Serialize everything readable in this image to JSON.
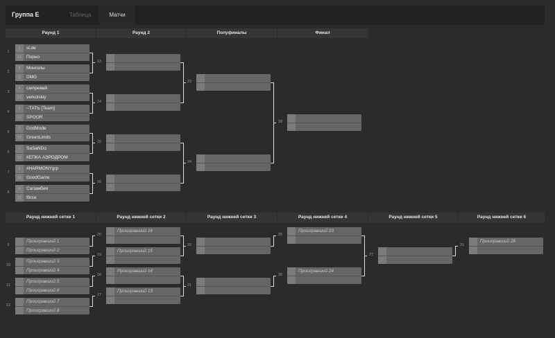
{
  "header": {
    "title": "Группа E",
    "tabs": [
      {
        "label": "Таблица",
        "active": false
      },
      {
        "label": "Матчи",
        "active": true
      }
    ]
  },
  "upper": {
    "headers": [
      "Раунд 1",
      "Раунд 2",
      "Полуфиналы",
      "Финал"
    ],
    "rounds": [
      [
        {
          "id": "1",
          "teams": [
            {
              "seed": "1",
              "name": "sl.de"
            },
            {
              "seed": "16",
              "name": "Порно"
            }
          ]
        },
        {
          "id": "2",
          "teams": [
            {
              "seed": "8",
              "name": "Монголы"
            },
            {
              "seed": "9",
              "name": "DMG"
            }
          ]
        },
        {
          "id": "3",
          "teams": [
            {
              "seed": "4",
              "name": "campевай"
            },
            {
              "seed": "13",
              "name": "verkolskiy"
            }
          ]
        },
        {
          "id": "4",
          "teams": [
            {
              "seed": "5",
              "name": "~ТАТЬ [Team]"
            },
            {
              "seed": "12",
              "name": "SPOOR"
            }
          ]
        },
        {
          "id": "5",
          "teams": [
            {
              "seed": "2",
              "name": "GodMode"
            },
            {
              "seed": "15",
              "name": "GreenLimits"
            }
          ]
        },
        {
          "id": "6",
          "teams": [
            {
              "seed": "7",
              "name": "SaSaNDo"
            },
            {
              "seed": "10",
              "name": "КЕПКА АЭРОДРОМ"
            }
          ]
        },
        {
          "id": "7",
          "teams": [
            {
              "seed": "3",
              "name": "#HARMONYgrp"
            },
            {
              "seed": "14",
              "name": "GoodGame"
            }
          ]
        },
        {
          "id": "8",
          "teams": [
            {
              "seed": "6",
              "name": "Саламбия"
            },
            {
              "seed": "11",
              "name": "f0rce"
            }
          ]
        }
      ],
      [
        {
          "id": "13",
          "teams": [
            {},
            {}
          ]
        },
        {
          "id": "14",
          "teams": [
            {},
            {}
          ]
        },
        {
          "id": "15",
          "teams": [
            {},
            {}
          ]
        },
        {
          "id": "16",
          "teams": [
            {},
            {}
          ]
        }
      ],
      [
        {
          "id": "23",
          "teams": [
            {},
            {}
          ]
        },
        {
          "id": "24",
          "teams": [
            {},
            {}
          ]
        }
      ],
      [
        {
          "id": "28",
          "teams": [
            {},
            {}
          ]
        }
      ]
    ]
  },
  "lower": {
    "headers": [
      "Раунд нижней сетки 1",
      "Раунд нижней сетки 2",
      "Раунд нижней сетки 3",
      "Раунд нижней сетки 4",
      "Раунд нижней сетки 5",
      "Раунд нижней сетки 6"
    ],
    "rounds": [
      [
        {
          "id": "9",
          "teams": [
            {
              "name": "Проигравший 1"
            },
            {
              "name": "Проигравший 2"
            }
          ]
        },
        {
          "id": "10",
          "teams": [
            {
              "name": "Проигравший 3"
            },
            {
              "name": "Проигравший 4"
            }
          ]
        },
        {
          "id": "11",
          "teams": [
            {
              "name": "Проигравший 5"
            },
            {
              "name": "Проигравший 6"
            }
          ]
        },
        {
          "id": "12",
          "teams": [
            {
              "name": "Проигравший 7"
            },
            {
              "name": "Проигравший 8"
            }
          ]
        }
      ],
      [
        {
          "id": "20",
          "teams": [
            {
              "name": "Проигравший 16"
            },
            {}
          ]
        },
        {
          "id": "19",
          "teams": [
            {
              "name": "Проигравший 15"
            },
            {}
          ]
        },
        {
          "id": "18",
          "teams": [
            {
              "name": "Проигравший 14"
            },
            {}
          ]
        },
        {
          "id": "17",
          "teams": [
            {
              "name": "Проигравший 13"
            },
            {}
          ]
        }
      ],
      [
        {
          "id": "22",
          "teams": [
            {},
            {}
          ]
        },
        {
          "id": "21",
          "teams": [
            {},
            {}
          ]
        }
      ],
      [
        {
          "id": "25",
          "teams": [
            {
              "name": "Проигравший 23"
            },
            {}
          ]
        },
        {
          "id": "26",
          "teams": [
            {
              "name": "Проигравший 24"
            },
            {}
          ]
        }
      ],
      [
        {
          "id": "27",
          "teams": [
            {},
            {}
          ]
        }
      ],
      [
        {
          "id": "31",
          "teams": [
            {
              "name": "Проигравший 28"
            },
            {}
          ]
        }
      ]
    ]
  }
}
